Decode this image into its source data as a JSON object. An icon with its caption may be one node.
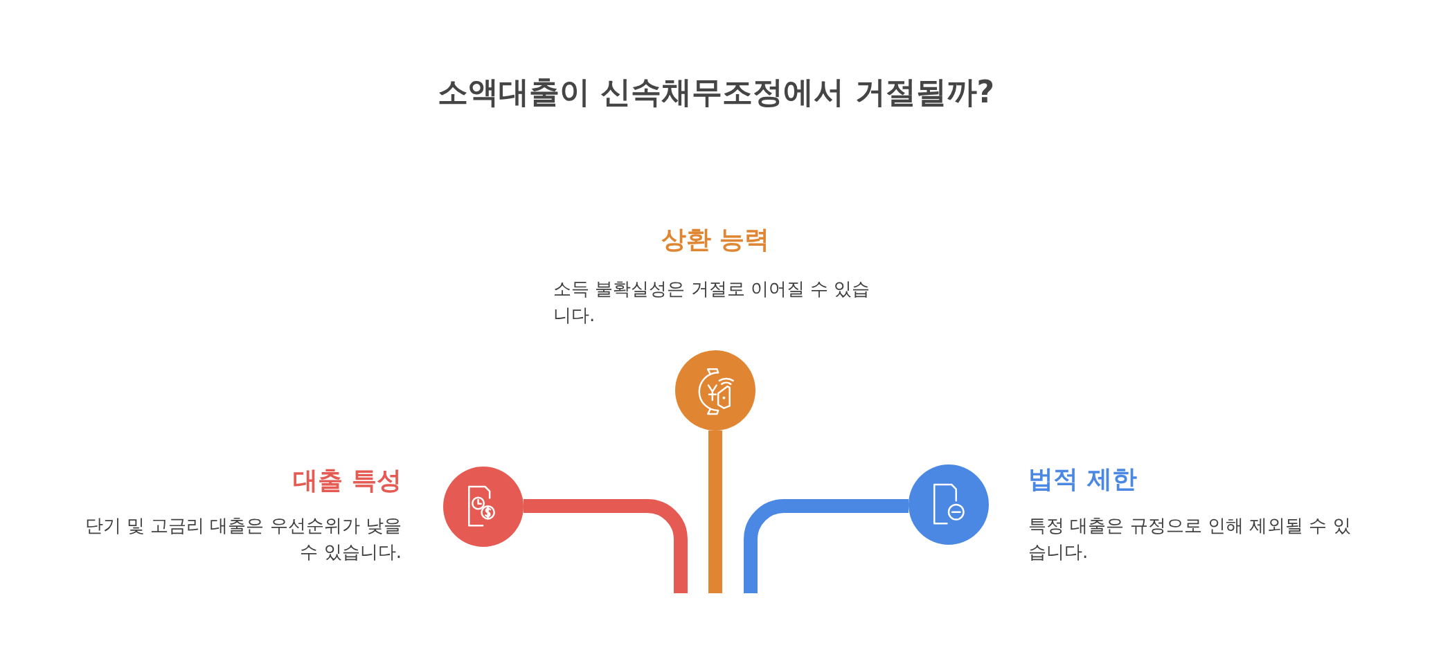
{
  "diagram": {
    "title": "소액대출이 신속채무조정에서 거절될까?",
    "nodes": [
      {
        "text": [],
        "shape": "circle",
        "beside": [
          "상환 능력",
          "소득 불확실성은 거절로 이어질 수 있습니다."
        ]
      },
      {
        "text": [],
        "shape": "circle",
        "beside": [
          "대출 특성",
          "단기 및 고금리 대출은 우선순위가 낮을 수 있습니다."
        ]
      },
      {
        "text": [],
        "shape": "circle",
        "beside": [
          "법적 제한",
          "특정 대출은 규정으로 인해 제외될 수 있습니다."
        ]
      }
    ],
    "edges": [
      {
        "from": 0,
        "to": null,
        "arrow": "none",
        "color": "#e08532"
      },
      {
        "from": 1,
        "to": null,
        "arrow": "none",
        "color": "#e55a52"
      },
      {
        "from": 2,
        "to": null,
        "arrow": "none",
        "color": "#4a88e4"
      }
    ]
  }
}
